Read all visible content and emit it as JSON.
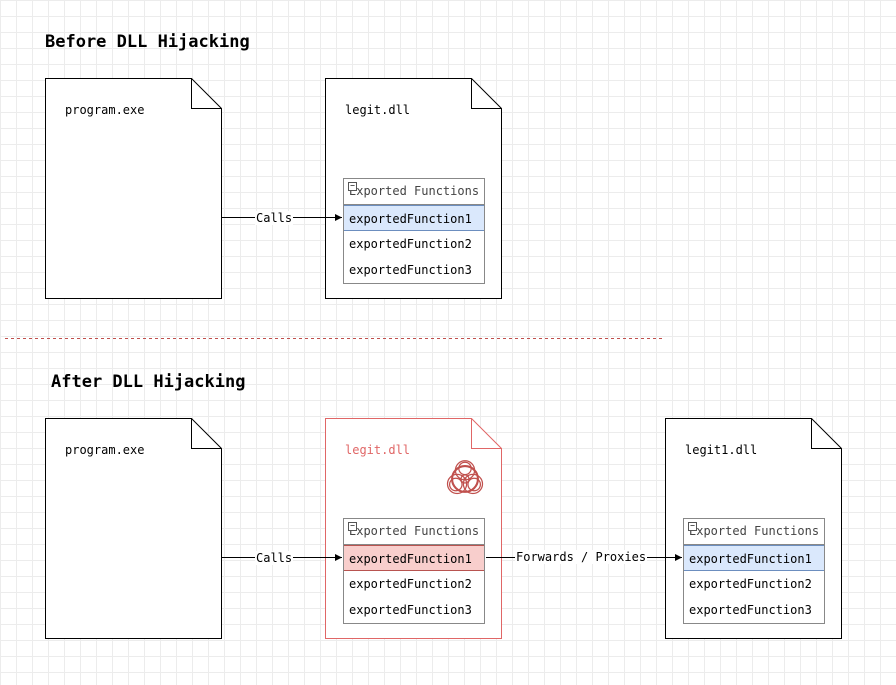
{
  "colors": {
    "compromised": "#e06666",
    "highlight_blue": "#dae8fc",
    "highlight_red": "#f8cecc"
  },
  "before": {
    "title": "Before DLL Hijacking",
    "program": "program.exe",
    "dll": "legit.dll",
    "connector": "Calls",
    "functions": {
      "header": "Exported Functions",
      "items": [
        "exportedFunction1",
        "exportedFunction2",
        "exportedFunction3"
      ]
    }
  },
  "after": {
    "title": "After DLL Hijacking",
    "program": "program.exe",
    "malicious_dll": "legit.dll",
    "malicious_icon": "biohazard-icon",
    "calls_connector": "Calls",
    "forward_connector": "Forwards / Proxies",
    "real_dll": "legit1.dll",
    "malicious_functions": {
      "header": "Exported Functions",
      "items": [
        "exportedFunction1",
        "exportedFunction2",
        "exportedFunction3"
      ]
    },
    "real_functions": {
      "header": "Exported Functions",
      "items": [
        "exportedFunction1",
        "exportedFunction2",
        "exportedFunction3"
      ]
    }
  }
}
